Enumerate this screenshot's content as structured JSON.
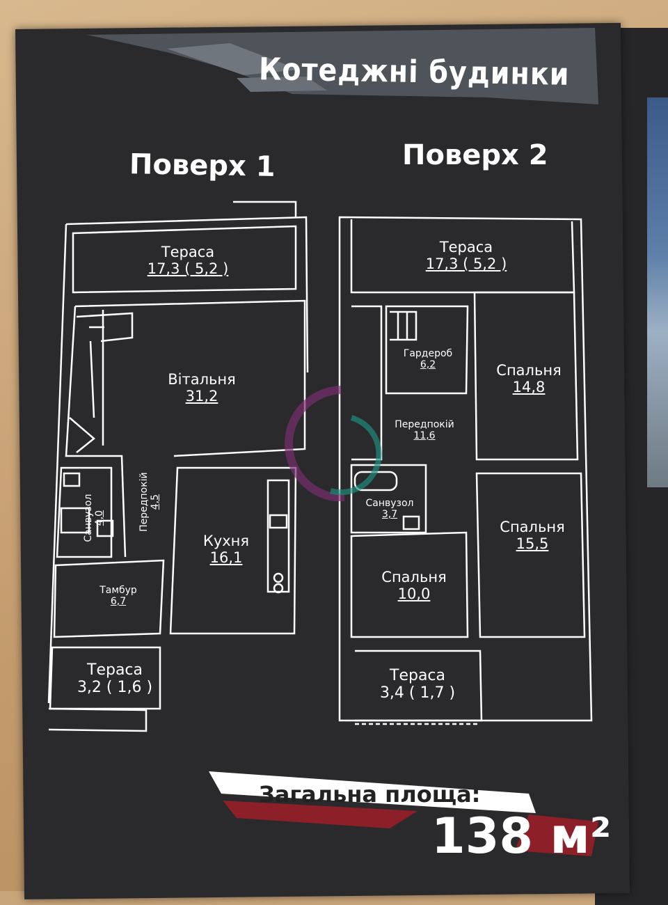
{
  "header": {
    "title": "Котеджні будинки"
  },
  "floor1": {
    "title": "Поверх 1",
    "rooms": [
      {
        "name": "Тераса",
        "area": "17,3 ( 5,2 )"
      },
      {
        "name": "Вітальня",
        "area": "31,2"
      },
      {
        "name": "Санвузол",
        "area": "4,0"
      },
      {
        "name": "Передпокій",
        "area": "4,5"
      },
      {
        "name": "Кухня",
        "area": "16,1"
      },
      {
        "name": "Тамбур",
        "area": "6,7"
      },
      {
        "name": "Тераса",
        "area": "3,2 ( 1,6 )"
      }
    ]
  },
  "floor2": {
    "title": "Поверх 2",
    "rooms": [
      {
        "name": "Тераса",
        "area": "17,3 ( 5,2 )"
      },
      {
        "name": "Гардероб",
        "area": "6,2"
      },
      {
        "name": "Спальня",
        "area": "14,8"
      },
      {
        "name": "Передпокій",
        "area": "11,6"
      },
      {
        "name": "Санвузол",
        "area": "3,7"
      },
      {
        "name": "Спальня",
        "area": "15,5"
      },
      {
        "name": "Спальня",
        "area": "10,0"
      },
      {
        "name": "Тераса",
        "area": "3,4 ( 1,7 )"
      }
    ]
  },
  "total": {
    "label": "Загальна площа:",
    "value": "138 м²"
  },
  "colors": {
    "page": "#2a2a2c",
    "accent_red": "#8c1f28",
    "line": "#ffffff",
    "logo_purple": "#7a2d6e",
    "logo_teal": "#1f8d80"
  }
}
